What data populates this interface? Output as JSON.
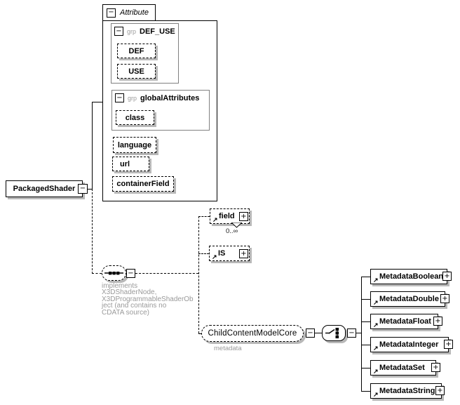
{
  "icons": {
    "minus": "−",
    "plus": "+",
    "ref_arrow": "↗"
  },
  "root_element": {
    "label": "PackagedShader"
  },
  "attribute_section": {
    "title": "Attribute",
    "groups": [
      {
        "prefix": "grp",
        "name": "DEF_USE",
        "members": [
          {
            "name": "DEF"
          },
          {
            "name": "USE"
          }
        ]
      },
      {
        "prefix": "grp",
        "name": "globalAttributes",
        "members": [
          {
            "name": "class"
          }
        ]
      }
    ],
    "attributes": [
      {
        "name": "language"
      },
      {
        "name": "url"
      },
      {
        "name": "containerField"
      }
    ]
  },
  "sequence": {
    "annotation_lines": [
      "implements",
      "X3DShaderNode,",
      "X3DProgrammableShaderOb",
      "ject (and contains no",
      "CDATA source)"
    ]
  },
  "children": {
    "field": {
      "label": "field",
      "occurrence": "0..∞"
    },
    "is": {
      "label": "IS"
    },
    "child_content_model": {
      "label": "ChildContentModelCore",
      "annotation": "metadata"
    }
  },
  "choice_elements": [
    {
      "label": "MetadataBoolean"
    },
    {
      "label": "MetadataDouble"
    },
    {
      "label": "MetadataFloat"
    },
    {
      "label": "MetadataInteger"
    },
    {
      "label": "MetadataSet"
    },
    {
      "label": "MetadataString"
    }
  ],
  "colors": {
    "box_border": "#000000",
    "group_border": "#808080",
    "shadow": "#b8b8b8",
    "annotation_text": "#9a9a9a"
  }
}
